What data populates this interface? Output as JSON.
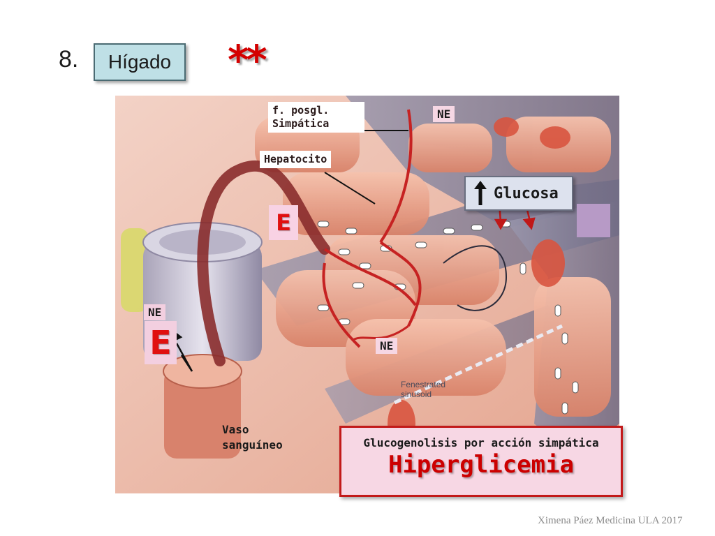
{
  "slide": {
    "number": "8.",
    "title": "Hígado",
    "stars": "**"
  },
  "labels": {
    "f_posgl_line1": "f. posgl.",
    "f_posgl_line2": "Simpática",
    "hepatocito": "Hepatocito",
    "ne_top": "NE",
    "ne_middle": "NE",
    "ne_left": "NE",
    "e_center": "E",
    "e_left": "E",
    "glucosa": "Glucosa",
    "vaso_line1": "Vaso",
    "vaso_line2": "sanguíneo",
    "fenestrated_line1": "Fenestrated",
    "fenestrated_line2": "sinusoid"
  },
  "result": {
    "subtitle": "Glucogenolisis por acción simpática",
    "main": "Hiperglicemia"
  },
  "credit": "Ximena Páez Medicina ULA 2017",
  "colors": {
    "accent_red": "#d40000",
    "title_box": "#bfe0e6",
    "label_pink": "#f7d7e4",
    "tissue": "#e9a08a",
    "sinusoid": "#7c7890"
  }
}
